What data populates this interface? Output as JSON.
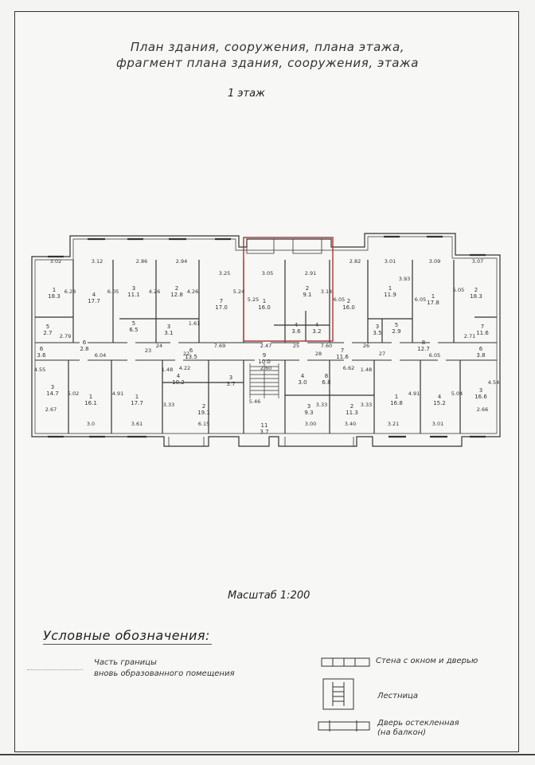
{
  "title_line1": "План здания, сооружения, плана этажа,",
  "title_line2": "фрагмент плана здания, сооружения, этажа",
  "floor_label": "1 этаж",
  "scale_label": "Масштаб 1:200",
  "legend": {
    "title": "Условные обозначения:",
    "border_part_line1": "Часть границы",
    "border_part_line2": "вновь образованного помещения",
    "wall_label": "Стена с окном и дверью",
    "stair_label": "Лестница",
    "balcony_door_line1": "Дверь остекленная",
    "balcony_door_line2": "(на балкон)"
  },
  "plan": {
    "rooms": [
      {
        "id": "r1",
        "num": "1",
        "area": "18.3"
      },
      {
        "id": "r2",
        "num": "4",
        "area": "17.7"
      },
      {
        "id": "r3",
        "num": "3",
        "area": "11.1"
      },
      {
        "id": "r4",
        "num": "2",
        "area": "12.8"
      },
      {
        "id": "r5",
        "num": "7",
        "area": "17.0"
      },
      {
        "id": "r6",
        "num": "1",
        "area": "16.0"
      },
      {
        "id": "r7",
        "num": "2",
        "area": "9.1"
      },
      {
        "id": "r8",
        "num": "2",
        "area": "16.0"
      },
      {
        "id": "r9",
        "num": "1",
        "area": "11.9"
      },
      {
        "id": "r10",
        "num": "1",
        "area": "17.8"
      },
      {
        "id": "r11",
        "num": "2",
        "area": "18.3"
      },
      {
        "id": "r12",
        "num": "5",
        "area": "2.7"
      },
      {
        "id": "r13",
        "num": "6",
        "area": "2.8"
      },
      {
        "id": "r14",
        "num": "5",
        "area": "6.5"
      },
      {
        "id": "r15",
        "num": "3",
        "area": "3.1"
      },
      {
        "id": "r16",
        "num": "4",
        "area": "3.6"
      },
      {
        "id": "r17",
        "num": "4",
        "area": "3.2"
      },
      {
        "id": "r18",
        "num": "3",
        "area": "3.5"
      },
      {
        "id": "r19",
        "num": "5",
        "area": "2.9"
      },
      {
        "id": "r20",
        "num": "7",
        "area": "11.6"
      },
      {
        "id": "r21",
        "num": "8",
        "area": "12.7"
      },
      {
        "id": "r22",
        "num": "6",
        "area": "13.5"
      },
      {
        "id": "r23",
        "num": "9",
        "area": "10.0"
      },
      {
        "id": "r24",
        "num": "7",
        "area": "11.6"
      },
      {
        "id": "r25",
        "num": "6",
        "area": "3.6"
      },
      {
        "id": "r26",
        "num": "6",
        "area": "3.8"
      },
      {
        "id": "r27",
        "num": "3",
        "area": "14.7"
      },
      {
        "id": "r28",
        "num": "1",
        "area": "16.1"
      },
      {
        "id": "r29",
        "num": "1",
        "area": "17.7"
      },
      {
        "id": "r30",
        "num": "4",
        "area": "10.2"
      },
      {
        "id": "r31",
        "num": "3",
        "area": "3.7"
      },
      {
        "id": "r32",
        "num": "2",
        "area": "19.1"
      },
      {
        "id": "r33",
        "num": "4",
        "area": "3.0"
      },
      {
        "id": "r34",
        "num": "3",
        "area": "9.3"
      },
      {
        "id": "r35",
        "num": "2",
        "area": "11.3"
      },
      {
        "id": "r36",
        "num": "1",
        "area": "16.8"
      },
      {
        "id": "r37",
        "num": "4",
        "area": "15.2"
      },
      {
        "id": "r38",
        "num": "3",
        "area": "16.6"
      },
      {
        "id": "r39",
        "num": "11",
        "area": "3.7"
      },
      {
        "id": "r40",
        "num": "8",
        "area": "6.8"
      }
    ],
    "dims": [
      "3.02",
      "3.12",
      "2.86",
      "2.94",
      "3.25",
      "3.05",
      "2.91",
      "2.82",
      "3.01",
      "3.09",
      "3.07",
      "6.28",
      "6.05",
      "4.26",
      "4.26",
      "1.61",
      "5.24",
      "5.25",
      "3.14",
      "6.05",
      "3.93",
      "6.05",
      "5.05",
      "2.79",
      "6.04",
      "23",
      "24",
      "22",
      "7.69",
      "2.47",
      "25",
      "7.60",
      "28",
      "26",
      "27",
      "6.05",
      "2.71",
      "4.55",
      "5.02",
      "4.91",
      "4.22",
      "1.48",
      "3.33",
      "5.46",
      "3.33",
      "3.33",
      "6.62",
      "1.48",
      "4.91",
      "5.04",
      "4.54",
      "2.67",
      "3.0",
      "3.61",
      "6.15",
      "3.00",
      "3.40",
      "3.21",
      "3.01",
      "2.66",
      "2.60"
    ]
  }
}
